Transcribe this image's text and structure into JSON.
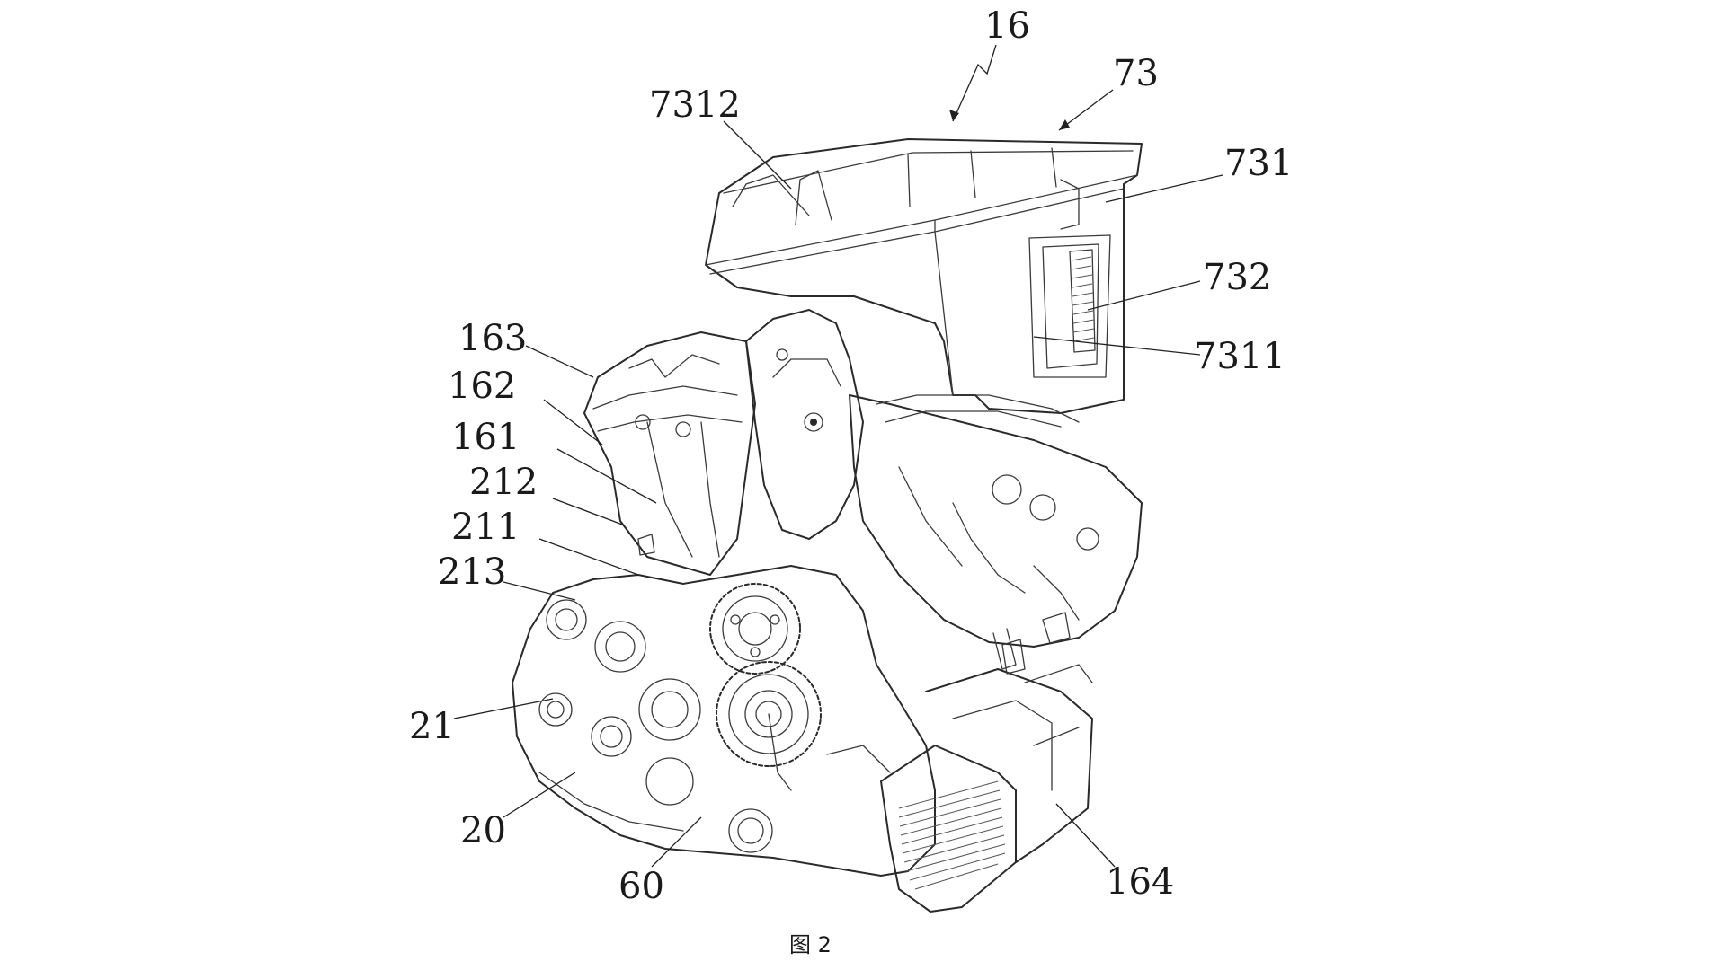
{
  "labels": {
    "l16": "16",
    "l73": "73",
    "l7312": "7312",
    "l731": "731",
    "l732": "732",
    "l7311": "7311",
    "l163": "163",
    "l162": "162",
    "l161": "161",
    "l212": "212",
    "l211": "211",
    "l213": "213",
    "l21": "21",
    "l20": "20",
    "l60": "60",
    "l164": "164"
  },
  "caption": "图 2"
}
